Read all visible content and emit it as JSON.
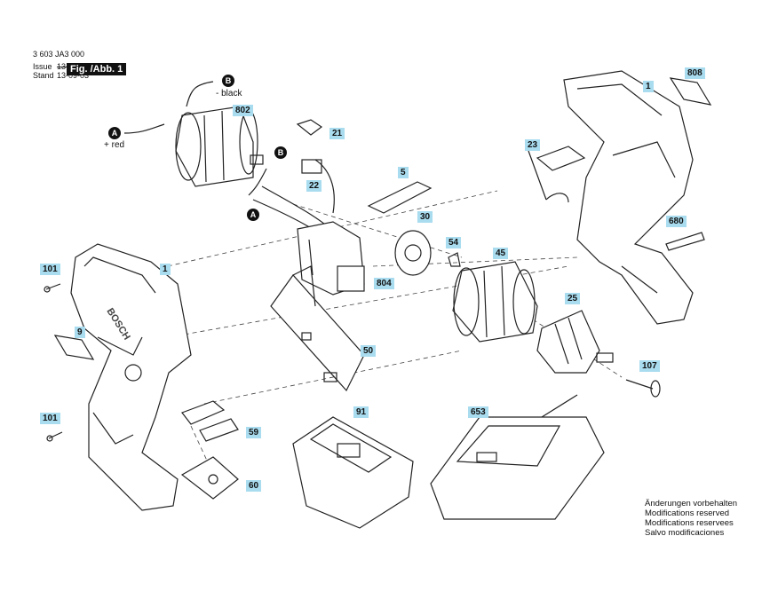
{
  "header": {
    "part_number": "3 603 JA3 000",
    "issue_label": "Issue",
    "issue_date": "13-07",
    "stand_label": "Stand",
    "stand_date": "13-09-03",
    "figure": "Fig. /Abb. 1"
  },
  "wires": {
    "b_label": "B",
    "b_text": "- black",
    "a_label": "A",
    "a_text": "+ red"
  },
  "callouts": {
    "c1_left": "1",
    "c1_right": "1",
    "c5": "5",
    "c9": "9",
    "c21": "21",
    "c22": "22",
    "c23": "23",
    "c25": "25",
    "c30": "30",
    "c45": "45",
    "c50": "50",
    "c54": "54",
    "c59": "59",
    "c60": "60",
    "c91": "91",
    "c101_top": "101",
    "c101_bottom": "101",
    "c107": "107",
    "c653": "653",
    "c680": "680",
    "c802": "802",
    "c804": "804",
    "c808": "808"
  },
  "housing_text": "BOSCH",
  "notes": [
    "Änderungen vorbehalten",
    "Modifications reserved",
    "Modifications reservees",
    "Salvo modificaciones"
  ]
}
